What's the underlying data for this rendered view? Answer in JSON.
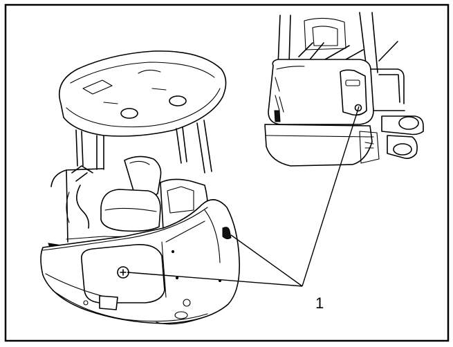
{
  "callouts": [
    {
      "number": "1"
    }
  ],
  "icons": [
    "excavator-front-view",
    "excavator-rear-view",
    "key-lock"
  ]
}
